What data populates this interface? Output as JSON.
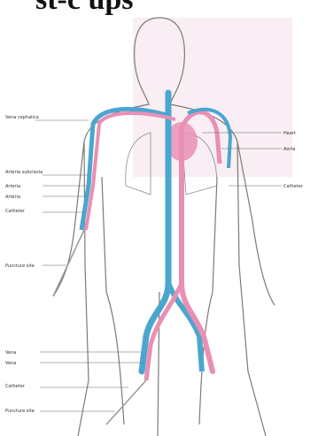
{
  "header": {
    "title_fragment": "st-c         ups"
  },
  "labels_left": [
    "Vena cephalica",
    "Arteria subclavia",
    "Arteria",
    "Arteria",
    "Catheter",
    "Puncture site",
    "Vena",
    "Vena",
    "Catheter",
    "Puncture site"
  ],
  "labels_right": [
    "Heart",
    "Aorta",
    "Catheter"
  ],
  "colors": {
    "artery": "#e98fb4",
    "vein": "#4aa6cf",
    "outline": "#7a7a7a",
    "shade": "#f6e4ee"
  }
}
